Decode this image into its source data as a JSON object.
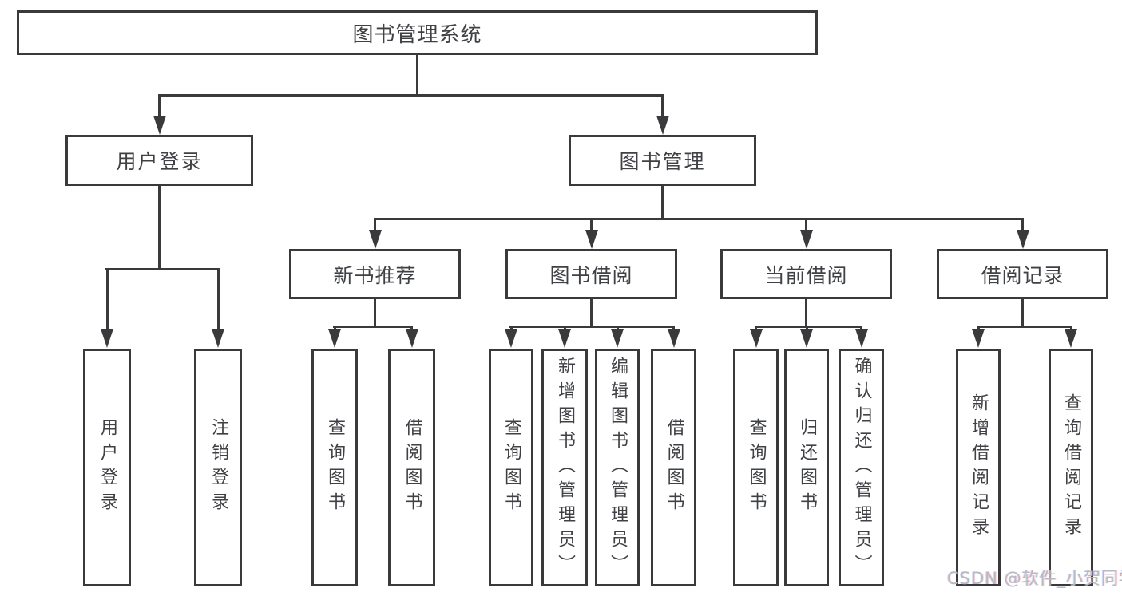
{
  "diagram": {
    "title": "图书管理系统",
    "level2": [
      {
        "label": "用户登录"
      },
      {
        "label": "图书管理"
      }
    ],
    "level3": [
      {
        "label": "新书推荐"
      },
      {
        "label": "图书借阅"
      },
      {
        "label": "当前借阅"
      },
      {
        "label": "借阅记录"
      }
    ],
    "leaves": [
      {
        "label": "用户登录"
      },
      {
        "label": "注销登录"
      },
      {
        "label": "查询图书"
      },
      {
        "label": "借阅图书"
      },
      {
        "label": "查询图书"
      },
      {
        "label": "新增图书（管理员）"
      },
      {
        "label": "编辑图书（管理员）"
      },
      {
        "label": "借阅图书"
      },
      {
        "label": "查询图书"
      },
      {
        "label": "归还图书"
      },
      {
        "label": "确认归还（管理员）"
      },
      {
        "label": "新增借阅记录"
      },
      {
        "label": "查询借阅记录"
      }
    ],
    "line_color": "#3a3a3c",
    "text_color": "#3f4145"
  },
  "watermark": {
    "text": "CSDN @软件_小贺同学",
    "color": "#b7bac0"
  }
}
